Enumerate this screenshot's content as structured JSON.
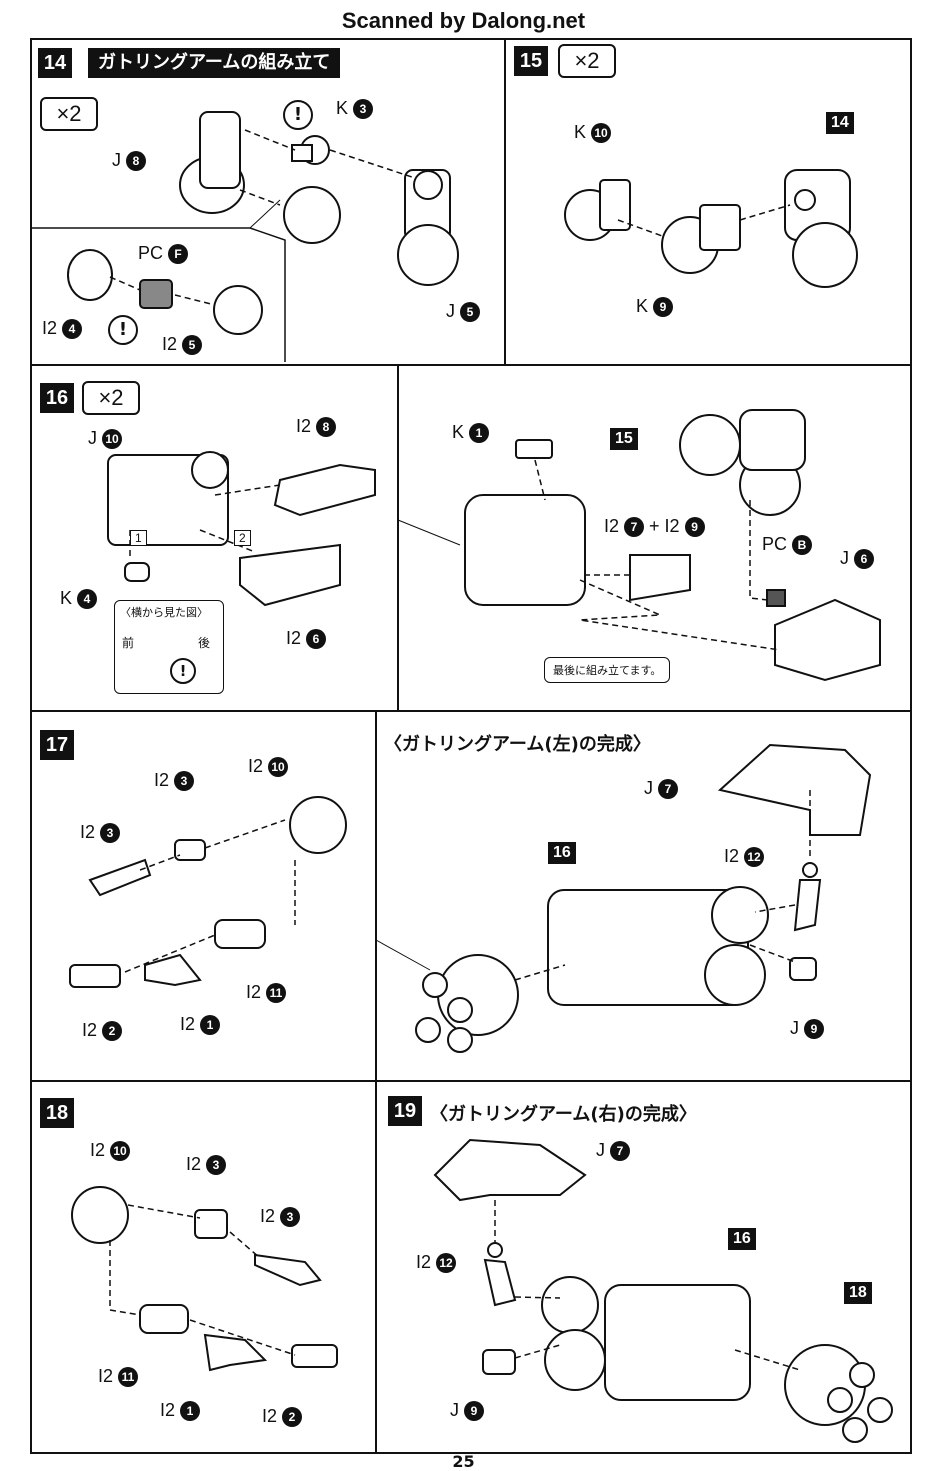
{
  "header": {
    "watermark": "Scanned by Dalong.net"
  },
  "steps": {
    "s14": {
      "num": "14",
      "title": "ガトリングアームの組み立て",
      "qty": "×2",
      "labels": [
        {
          "id": "k3",
          "part": "K",
          "n": "3"
        },
        {
          "id": "j8",
          "part": "J",
          "n": "8"
        },
        {
          "id": "pcf",
          "part": "PC",
          "n": "F"
        },
        {
          "id": "i24",
          "part": "I2",
          "n": "4"
        },
        {
          "id": "i25",
          "part": "I2",
          "n": "5"
        },
        {
          "id": "j5",
          "part": "J",
          "n": "5"
        }
      ]
    },
    "s15": {
      "num": "15",
      "qty": "×2",
      "ref": "14",
      "labels": [
        {
          "id": "k10",
          "part": "K",
          "n": "10"
        },
        {
          "id": "k9",
          "part": "K",
          "n": "9"
        }
      ]
    },
    "s16": {
      "num": "16",
      "qty": "×2",
      "ref": "15",
      "labels": [
        {
          "id": "j10",
          "part": "J",
          "n": "10"
        },
        {
          "id": "i28",
          "part": "I2",
          "n": "8"
        },
        {
          "id": "k4",
          "part": "K",
          "n": "4"
        },
        {
          "id": "i26",
          "part": "I2",
          "n": "6"
        },
        {
          "id": "k1",
          "part": "K",
          "n": "1"
        },
        {
          "id": "i279",
          "part": "I2",
          "n": "7",
          "extra": "+ I2",
          "n2": "9"
        },
        {
          "id": "pcb",
          "part": "PC",
          "n": "B"
        },
        {
          "id": "j6",
          "part": "J",
          "n": "6"
        }
      ],
      "order1": "1",
      "order2": "2",
      "side_view": {
        "title": "〈横から見た図〉",
        "front": "前",
        "back": "後"
      },
      "note": "最後に組み立てます。"
    },
    "s17": {
      "num": "17",
      "labels": [
        {
          "id": "a3",
          "part": "I2",
          "n": "3"
        },
        {
          "id": "a10",
          "part": "I2",
          "n": "10"
        },
        {
          "id": "b3",
          "part": "I2",
          "n": "3"
        },
        {
          "id": "a11",
          "part": "I2",
          "n": "11"
        },
        {
          "id": "a2",
          "part": "I2",
          "n": "2"
        },
        {
          "id": "a1",
          "part": "I2",
          "n": "1"
        }
      ]
    },
    "left_done": {
      "title": "〈ガトリングアーム(左)の完成〉",
      "ref": "16",
      "labels": [
        {
          "id": "j7",
          "part": "J",
          "n": "7"
        },
        {
          "id": "i212",
          "part": "I2",
          "n": "12"
        },
        {
          "id": "j9",
          "part": "J",
          "n": "9"
        }
      ]
    },
    "s18": {
      "num": "18",
      "labels": [
        {
          "id": "c10",
          "part": "I2",
          "n": "10"
        },
        {
          "id": "c3",
          "part": "I2",
          "n": "3"
        },
        {
          "id": "d3",
          "part": "I2",
          "n": "3"
        },
        {
          "id": "c11",
          "part": "I2",
          "n": "11"
        },
        {
          "id": "c1",
          "part": "I2",
          "n": "1"
        },
        {
          "id": "c2",
          "part": "I2",
          "n": "2"
        }
      ]
    },
    "s19": {
      "num": "19",
      "title": "〈ガトリングアーム(右)の完成〉",
      "ref16": "16",
      "ref18": "18",
      "labels": [
        {
          "id": "rj7",
          "part": "J",
          "n": "7"
        },
        {
          "id": "ri212",
          "part": "I2",
          "n": "12"
        },
        {
          "id": "rj9",
          "part": "J",
          "n": "9"
        }
      ]
    }
  },
  "warning_symbol": "!",
  "page_number": "25"
}
